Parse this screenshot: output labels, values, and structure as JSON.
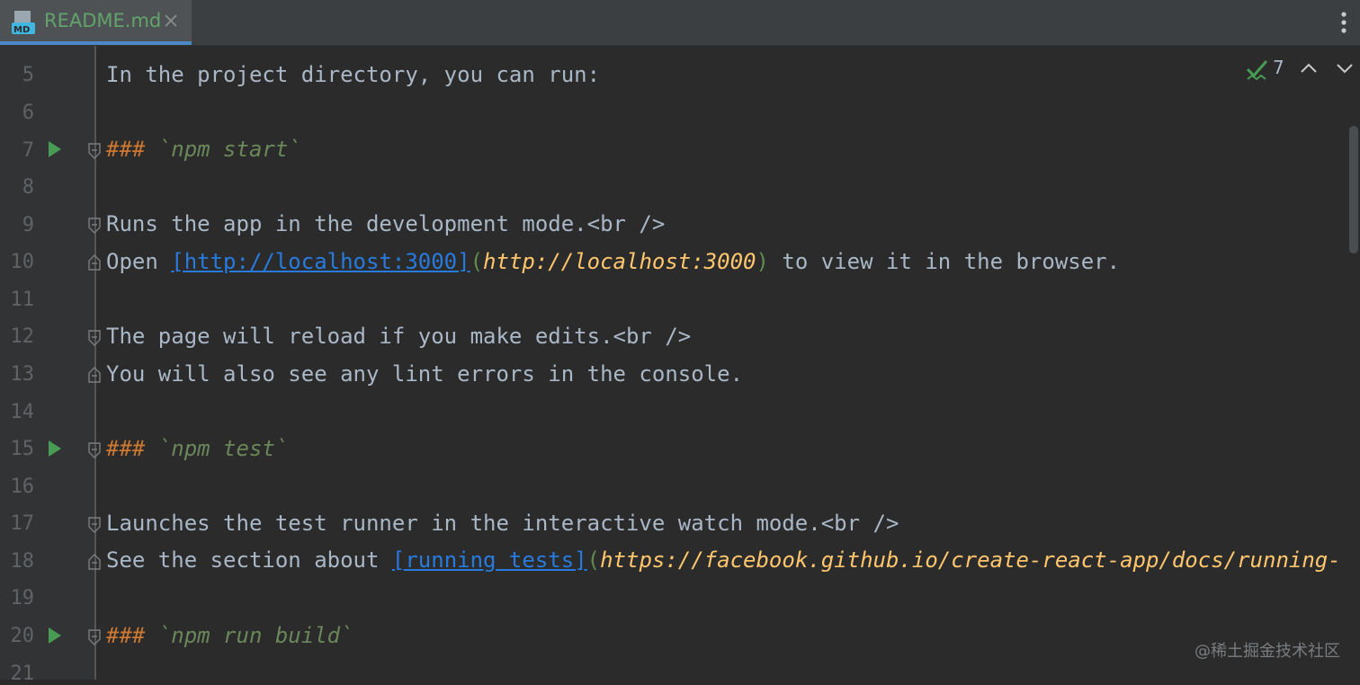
{
  "tab": {
    "filename": "README.md",
    "icon": "markdown-file-icon",
    "close_icon": "close-icon"
  },
  "toolbar": {
    "menu_icon": "more-vertical-icon"
  },
  "inspections": {
    "icon": "check-mark-icon",
    "count": "7",
    "up_icon": "chevron-up-icon",
    "down_icon": "chevron-down-icon"
  },
  "lines": {
    "n5": "5",
    "n6": "6",
    "n7": "7",
    "n8": "8",
    "n9": "9",
    "n10": "10",
    "n11": "11",
    "n12": "12",
    "n13": "13",
    "n14": "14",
    "n15": "15",
    "n16": "16",
    "n17": "17",
    "n18": "18",
    "n19": "19",
    "n20": "20",
    "n21": "21"
  },
  "code": {
    "l5": "In the project directory, you can run:",
    "l7_mark": "###",
    "l7_code": " `npm start`",
    "l9": "Runs the app in the development mode.<br />",
    "l10_pre": "Open ",
    "l10_link": "[http://localhost:3000]",
    "l10_open": "(",
    "l10_url": "http://localhost:3000",
    "l10_close": ")",
    "l10_post": " to view it in the browser.",
    "l12": "The page will reload if you make edits.<br />",
    "l13": "You will also see any lint errors in the console.",
    "l15_mark": "###",
    "l15_code": " `npm test`",
    "l17": "Launches the test runner in the interactive watch mode.<br />",
    "l18_pre": "See the section about ",
    "l18_link": "[running tests]",
    "l18_open": "(",
    "l18_url": "https://facebook.github.io/create-react-app/docs/running-",
    "l20_mark": "###",
    "l20_code": " `npm run build`"
  },
  "watermark": "@稀土掘金技术社区",
  "colors": {
    "background": "#2b2b2b",
    "gutter": "#313335",
    "text": "#a9b7c6",
    "line_number": "#606366",
    "heading_mark": "#cc7832",
    "heading_code": "#6a8759",
    "link": "#287bde",
    "url": "#ffc66d",
    "run": "#499c54",
    "tab_title": "#62a36b",
    "accent": "#4a88c7"
  }
}
